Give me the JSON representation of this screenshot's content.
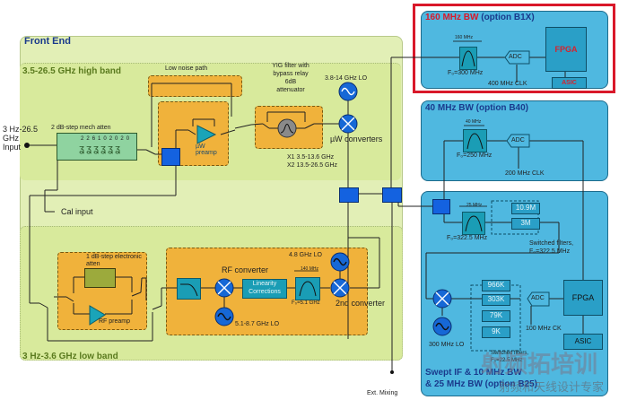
{
  "front_end": {
    "title": "Front End",
    "high_band": {
      "title": "3.5-26.5 GHz high band",
      "input_label": [
        "3 Hz-26.5",
        "GHz",
        "Input"
      ],
      "mech_atten": {
        "label": "2 dB-step mech atten",
        "steps": [
          "2",
          "2",
          "6",
          "10",
          "20",
          "20"
        ]
      },
      "low_noise_path": "Low noise path",
      "preamp": [
        "µW",
        "preamp"
      ],
      "yig_label": [
        "YIG filter with",
        "bypass relay",
        "6dB",
        "attenuator"
      ],
      "lo_label": "3.8-14 GHz LO",
      "converters_label": "µW converters",
      "harmonics": [
        "X1 3.5-13.6 GHz",
        "X2 13.5-26.5 GHz"
      ],
      "cal_input": "Cal input"
    },
    "low_band": {
      "title": "3 Hz-3.6 GHz low band",
      "elec_atten": [
        "1 dB-step electronic",
        "atten"
      ],
      "rf_preamp": "RF preamp",
      "rf_converter": "RF converter",
      "linearity": [
        "Linearity",
        "Corrections"
      ],
      "bw_140": "140 MHz",
      "f0": "F₀=5.1 GHz",
      "lo_48": "4.8 GHz LO",
      "second_converter": "2nd converter",
      "lo_51": "5.1-8.7 GHz LO"
    },
    "ext_mixing": "Ext. Mixing"
  },
  "b1x": {
    "title_red": "160 MHz BW",
    "title_blue": "(option B1X)",
    "bw": "160 MHz",
    "f0": "F₀=300 MHz",
    "adc": "ADC",
    "clk": "400 MHz  CLK",
    "fpga": "FPGA",
    "asic": "ASIC"
  },
  "b40": {
    "title": "40 MHz BW (option B40)",
    "bw": "40 MHz",
    "f0": "F₀=250 MHz",
    "adc": "ADC",
    "clk": "200 MHz  CLK"
  },
  "b25": {
    "bw": "25 MHz",
    "f0": "F₀=322.5 MHz",
    "filters_top": [
      "10.9M",
      "3M"
    ],
    "switched_top": [
      "Switched filters,",
      "F₀=322.5 MHz"
    ],
    "filters_bottom": [
      "966K",
      "303K",
      "79K",
      "9K"
    ],
    "switched_bottom": [
      "Switched filters,",
      "F₀=22.5 MHz"
    ],
    "lo": "300 MHz LO",
    "adc": "ADC",
    "clk": "100 MHz CK",
    "fpga": "FPGA",
    "asic": "ASIC",
    "title": [
      "Swept IF & 10 MHz BW",
      "& 25 MHz  BW (option B25)"
    ]
  },
  "watermark": {
    "main": "射频拓培训",
    "sub": "射频和天线设计专家"
  },
  "colors": {
    "red": "#d9182a",
    "title_blue": "#1a3a8c",
    "band_green": "#5a7a1e"
  }
}
